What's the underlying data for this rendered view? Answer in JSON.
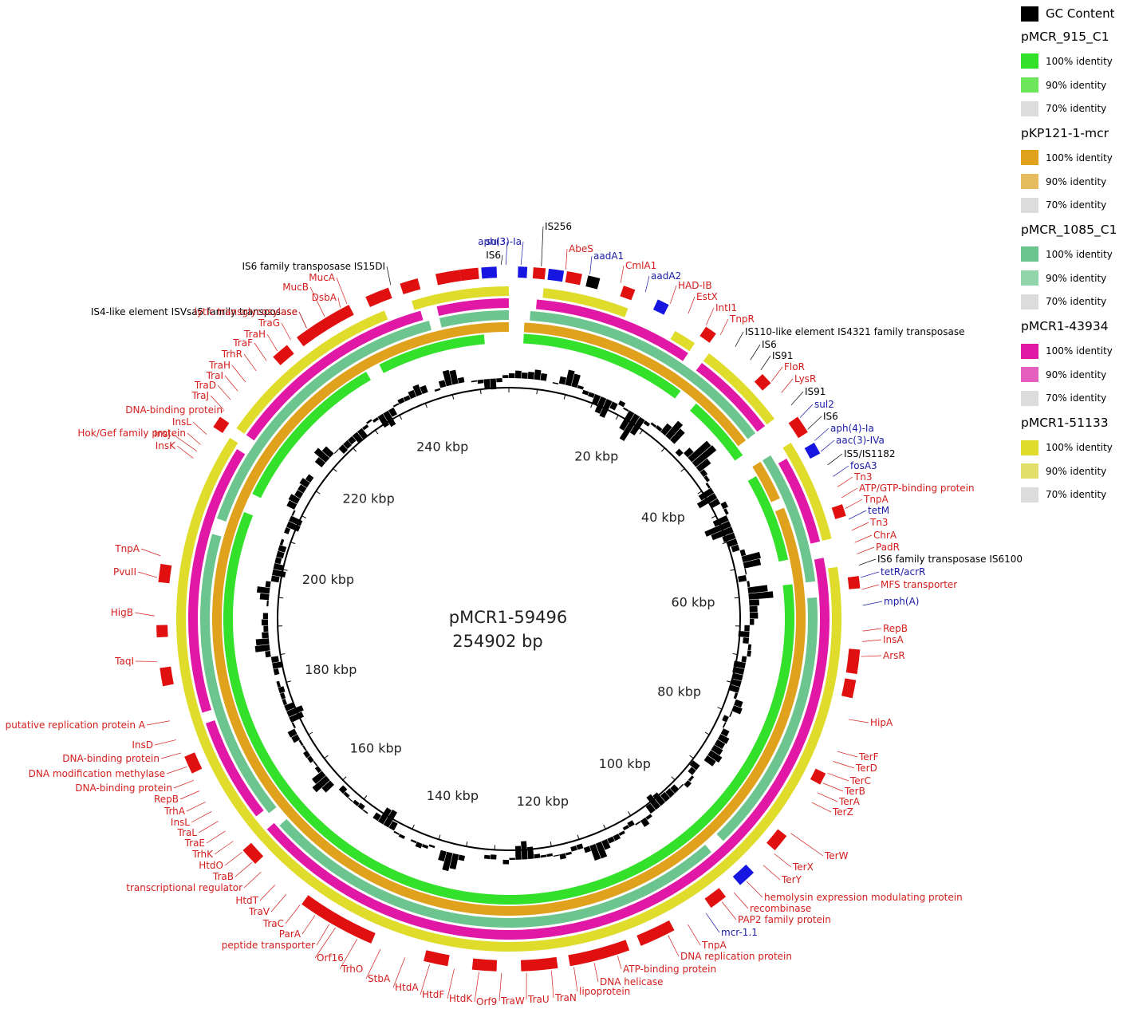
{
  "map": {
    "title": "pMCR1-59496",
    "length_label": "254902 bp",
    "total_length": 254902,
    "scale_labels": [
      "20 kbp",
      "40 kbp",
      "60 kbp",
      "80 kbp",
      "100 kbp",
      "120 kbp",
      "140 kbp",
      "160 kbp",
      "180 kbp",
      "200 kbp",
      "220 kbp",
      "240 kbp"
    ],
    "label_colors": {
      "resistance": "#1a1aa8",
      "gene": "#d41d1d",
      "mobile": "#000000"
    }
  },
  "legend": {
    "gc_label": "GC Content",
    "gc_color": "#000000",
    "groups": [
      {
        "name": "pMCR_915_C1",
        "items": [
          {
            "label": "100% identity",
            "color": "#33e02a"
          },
          {
            "label": "90% identity",
            "color": "#6de65c"
          },
          {
            "label": "70% identity",
            "color": "#dcdcdc"
          }
        ]
      },
      {
        "name": "pKP121-1-mcr",
        "items": [
          {
            "label": "100% identity",
            "color": "#e0a21c"
          },
          {
            "label": "90% identity",
            "color": "#e5bd5e"
          },
          {
            "label": "70% identity",
            "color": "#dcdcdc"
          }
        ]
      },
      {
        "name": "pMCR_1085_C1",
        "items": [
          {
            "label": "100% identity",
            "color": "#6cc48e"
          },
          {
            "label": "90% identity",
            "color": "#93d5ab"
          },
          {
            "label": "70% identity",
            "color": "#dcdcdc"
          }
        ]
      },
      {
        "name": "pMCR1-43934",
        "items": [
          {
            "label": "100% identity",
            "color": "#e018a5"
          },
          {
            "label": "90% identity",
            "color": "#e45fbe"
          },
          {
            "label": "70% identity",
            "color": "#dcdcdc"
          }
        ]
      },
      {
        "name": "pMCR1-51133",
        "items": [
          {
            "label": "100% identity",
            "color": "#e0dc2c"
          },
          {
            "label": "90% identity",
            "color": "#e2df6a"
          },
          {
            "label": "70% identity",
            "color": "#dcdcdc"
          }
        ]
      }
    ]
  },
  "annotations": [
    {
      "text": "IS256",
      "type": "mobile"
    },
    {
      "text": "AbeS",
      "type": "gene"
    },
    {
      "text": "aadA1",
      "type": "resistance"
    },
    {
      "text": "CmlA1",
      "type": "gene"
    },
    {
      "text": "aadA2",
      "type": "resistance"
    },
    {
      "text": "HAD-IB",
      "type": "gene"
    },
    {
      "text": "EstX",
      "type": "gene"
    },
    {
      "text": "IntI1",
      "type": "gene"
    },
    {
      "text": "TnpR",
      "type": "gene"
    },
    {
      "text": "IS110-like element IS4321 family transposase",
      "type": "mobile"
    },
    {
      "text": "IS6",
      "type": "mobile"
    },
    {
      "text": "IS91",
      "type": "mobile"
    },
    {
      "text": "FloR",
      "type": "gene"
    },
    {
      "text": "LysR",
      "type": "gene"
    },
    {
      "text": "IS91",
      "type": "mobile"
    },
    {
      "text": "sul2",
      "type": "resistance"
    },
    {
      "text": "IS6",
      "type": "mobile"
    },
    {
      "text": "aph(4)-Ia",
      "type": "resistance"
    },
    {
      "text": "aac(3)-IVa",
      "type": "resistance"
    },
    {
      "text": "IS5/IS1182",
      "type": "mobile"
    },
    {
      "text": "fosA3",
      "type": "resistance"
    },
    {
      "text": "Tn3",
      "type": "gene"
    },
    {
      "text": "ATP/GTP-binding protein",
      "type": "gene"
    },
    {
      "text": "TnpA",
      "type": "gene"
    },
    {
      "text": "tetM",
      "type": "resistance"
    },
    {
      "text": "Tn3",
      "type": "gene"
    },
    {
      "text": "ChrA",
      "type": "gene"
    },
    {
      "text": "PadR",
      "type": "gene"
    },
    {
      "text": "IS6 family transposase IS6100",
      "type": "mobile"
    },
    {
      "text": "tetR/acrR",
      "type": "resistance"
    },
    {
      "text": "MFS transporter",
      "type": "gene"
    },
    {
      "text": "mph(A)",
      "type": "resistance"
    },
    {
      "text": "RepB",
      "type": "gene"
    },
    {
      "text": "InsA",
      "type": "gene"
    },
    {
      "text": "ArsR",
      "type": "gene"
    },
    {
      "text": "HipA",
      "type": "gene"
    },
    {
      "text": "TerF",
      "type": "gene"
    },
    {
      "text": "TerD",
      "type": "gene"
    },
    {
      "text": "TerC",
      "type": "gene"
    },
    {
      "text": "TerB",
      "type": "gene"
    },
    {
      "text": "TerA",
      "type": "gene"
    },
    {
      "text": "TerZ",
      "type": "gene"
    },
    {
      "text": "TerW",
      "type": "gene"
    },
    {
      "text": "TerX",
      "type": "gene"
    },
    {
      "text": "TerY",
      "type": "gene"
    },
    {
      "text": "hemolysin expression modulating protein",
      "type": "gene"
    },
    {
      "text": "recombinase",
      "type": "gene"
    },
    {
      "text": "PAP2 family protein",
      "type": "gene"
    },
    {
      "text": "mcr-1.1",
      "type": "resistance"
    },
    {
      "text": "TnpA",
      "type": "gene"
    },
    {
      "text": "DNA replication protein",
      "type": "gene"
    },
    {
      "text": "ATP-binding protein",
      "type": "gene"
    },
    {
      "text": "DNA helicase",
      "type": "gene"
    },
    {
      "text": "lipoprotein",
      "type": "gene"
    },
    {
      "text": "TraN",
      "type": "gene"
    },
    {
      "text": "TraU",
      "type": "gene"
    },
    {
      "text": "TraW",
      "type": "gene"
    },
    {
      "text": "Orf9",
      "type": "gene"
    },
    {
      "text": "HtdK",
      "type": "gene"
    },
    {
      "text": "HtdF",
      "type": "gene"
    },
    {
      "text": "HtdA",
      "type": "gene"
    },
    {
      "text": "StbA",
      "type": "gene"
    },
    {
      "text": "TrhO",
      "type": "gene"
    },
    {
      "text": "Orf16",
      "type": "gene"
    },
    {
      "text": "peptide transporter",
      "type": "gene"
    },
    {
      "text": "ParA",
      "type": "gene"
    },
    {
      "text": "TraC",
      "type": "gene"
    },
    {
      "text": "TraV",
      "type": "gene"
    },
    {
      "text": "HtdT",
      "type": "gene"
    },
    {
      "text": "transcriptional regulator",
      "type": "gene"
    },
    {
      "text": "TraB",
      "type": "gene"
    },
    {
      "text": "HtdO",
      "type": "gene"
    },
    {
      "text": "TrhK",
      "type": "gene"
    },
    {
      "text": "TraE",
      "type": "gene"
    },
    {
      "text": "TraL",
      "type": "gene"
    },
    {
      "text": "InsL",
      "type": "gene"
    },
    {
      "text": "TrhA",
      "type": "gene"
    },
    {
      "text": "RepB",
      "type": "gene"
    },
    {
      "text": "DNA-binding protein",
      "type": "gene"
    },
    {
      "text": "DNA modification methylase",
      "type": "gene"
    },
    {
      "text": "DNA-binding protein",
      "type": "gene"
    },
    {
      "text": "InsD",
      "type": "gene"
    },
    {
      "text": "putative replication protein A",
      "type": "gene"
    },
    {
      "text": "TaqI",
      "type": "gene"
    },
    {
      "text": "HigB",
      "type": "gene"
    },
    {
      "text": "PvuII",
      "type": "gene"
    },
    {
      "text": "TnpA",
      "type": "gene"
    },
    {
      "text": "InsJ",
      "type": "gene"
    },
    {
      "text": "InsK",
      "type": "gene"
    },
    {
      "text": "Hok/Gef family protein",
      "type": "gene"
    },
    {
      "text": "InsL",
      "type": "gene"
    },
    {
      "text": "DNA-binding protein",
      "type": "gene"
    },
    {
      "text": "TraJ",
      "type": "gene"
    },
    {
      "text": "TraD",
      "type": "gene"
    },
    {
      "text": "TraI",
      "type": "gene"
    },
    {
      "text": "TraH",
      "type": "gene"
    },
    {
      "text": "TrhR",
      "type": "gene"
    },
    {
      "text": "TraF",
      "type": "gene"
    },
    {
      "text": "TraH",
      "type": "gene"
    },
    {
      "text": "TraG",
      "type": "gene"
    },
    {
      "text": "IS4-like element ISVsa5 family transposase",
      "type": "mobile"
    },
    {
      "text": "lytic transglycosylase",
      "type": "gene"
    },
    {
      "text": "DsbA",
      "type": "gene"
    },
    {
      "text": "MucB",
      "type": "gene"
    },
    {
      "text": "MucA",
      "type": "gene"
    },
    {
      "text": "IS6 family transposase IS15DI",
      "type": "mobile"
    },
    {
      "text": "IS6",
      "type": "mobile"
    },
    {
      "text": "aph(3)-Ia",
      "type": "resistance"
    },
    {
      "text": "sul3",
      "type": "resistance"
    }
  ]
}
